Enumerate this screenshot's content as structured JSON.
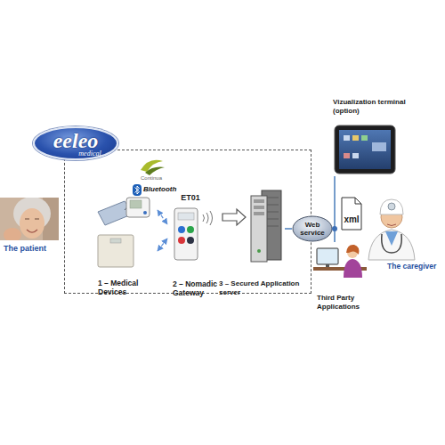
{
  "diagram": {
    "nodes": [
      {
        "text": [
          "The patient"
        ]
      },
      {
        "text": [
          "eeleo",
          "medical"
        ]
      },
      {
        "text": [
          "1 – Medical Devices"
        ],
        "in": 1
      },
      {
        "text": [
          "ET01",
          "2 – Nomadic Gateway"
        ],
        "in": 1
      },
      {
        "text": [
          "3 – Secured Application server"
        ],
        "in": 1
      },
      {
        "text": [
          "Web service"
        ]
      },
      {
        "text": [
          "Vizualization terminal (option)"
        ]
      },
      {
        "text": [
          "xml"
        ]
      },
      {
        "text": [
          "Third Party Applications"
        ]
      },
      {
        "text": [
          "The caregiver"
        ]
      }
    ],
    "edges": [
      {
        "from": 2,
        "to": 3,
        "arrow": "both"
      },
      {
        "from": 2,
        "to": 3,
        "arrow": "both"
      },
      {
        "from": 3,
        "to": 4,
        "arrow": "to"
      },
      {
        "from": 4,
        "to": 5,
        "arrow": "none"
      },
      {
        "from": 5,
        "to": 6,
        "arrow": "none"
      },
      {
        "from": 5,
        "to": 8,
        "arrow": "none"
      }
    ],
    "labels": [
      "Continua",
      "Bluetooth"
    ]
  }
}
